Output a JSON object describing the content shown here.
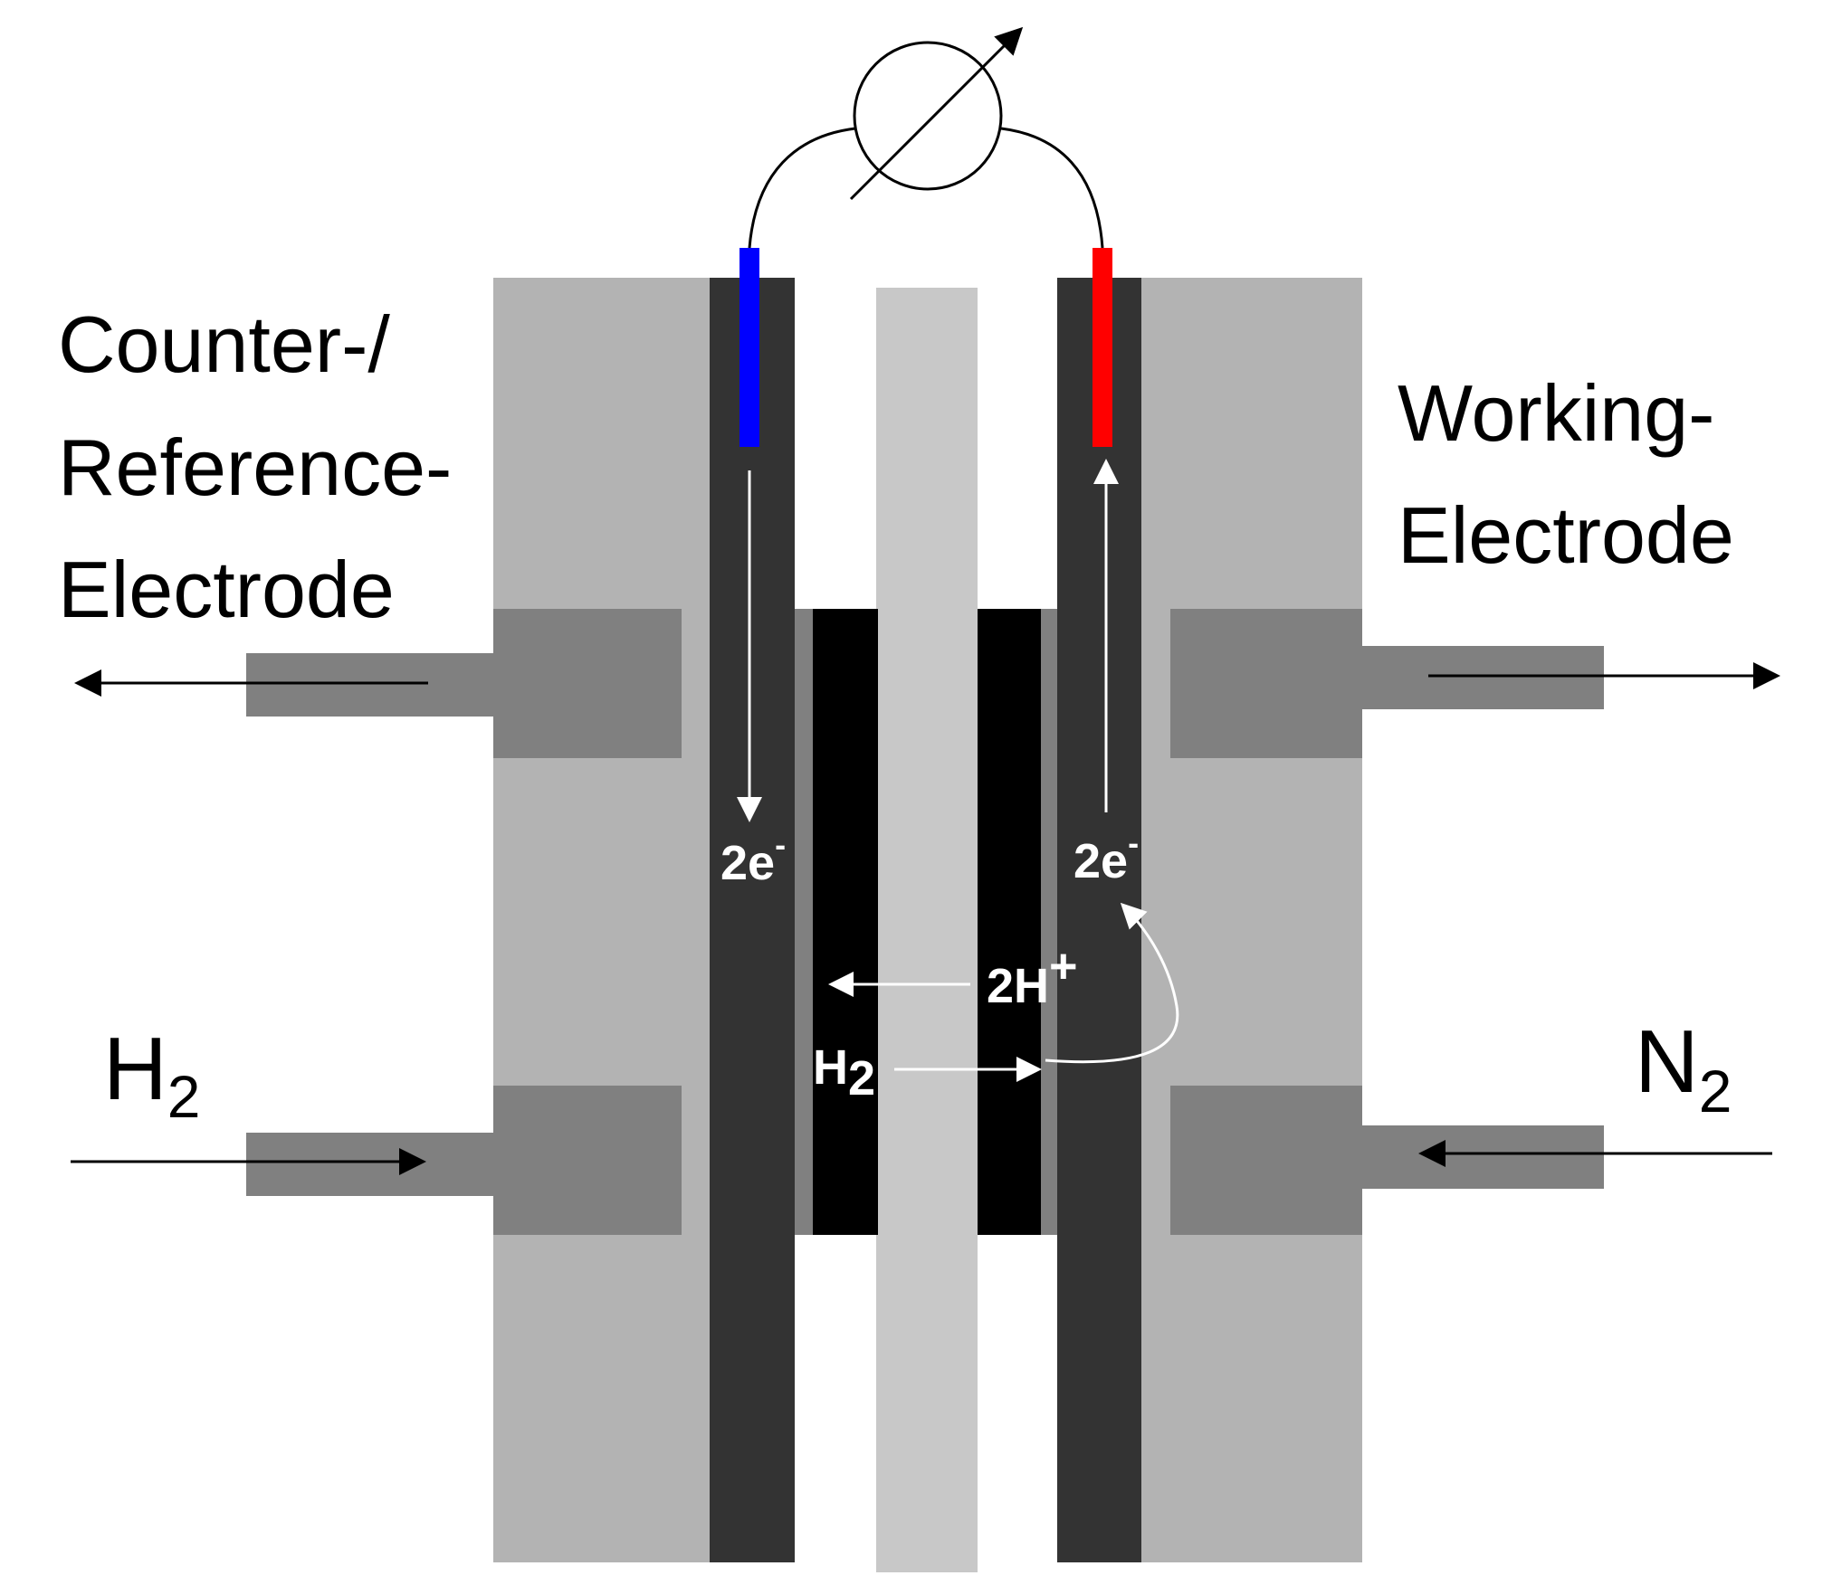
{
  "labels": {
    "counter_line1": "Counter-/",
    "counter_line2": "Reference-",
    "counter_line3": "Electrode",
    "working_line1": "Working-",
    "working_line2": "Electrode",
    "h2_gas_main": "H",
    "h2_gas_sub": "2",
    "n2_gas_main": "N",
    "n2_gas_sub": "2",
    "electron_left_main": "2e",
    "electron_left_sup": "-",
    "electron_right_main": "2e",
    "electron_right_sup": "-",
    "proton_main": "2H",
    "proton_sup": "+",
    "h2_inner_main": "H",
    "h2_inner_sub": "2"
  },
  "colors": {
    "housing": "#b3b3b3",
    "port": "#808080",
    "current_collector": "#333333",
    "electrode_layer": "#000000",
    "diffusion_layer": "#808080",
    "membrane": "#c8c8c8",
    "negative_terminal": "#0000ff",
    "positive_terminal": "#ff0000",
    "wire": "#000000",
    "inner_arrows": "#ffffff"
  },
  "icons": {
    "meter": "variable-meter-icon"
  }
}
